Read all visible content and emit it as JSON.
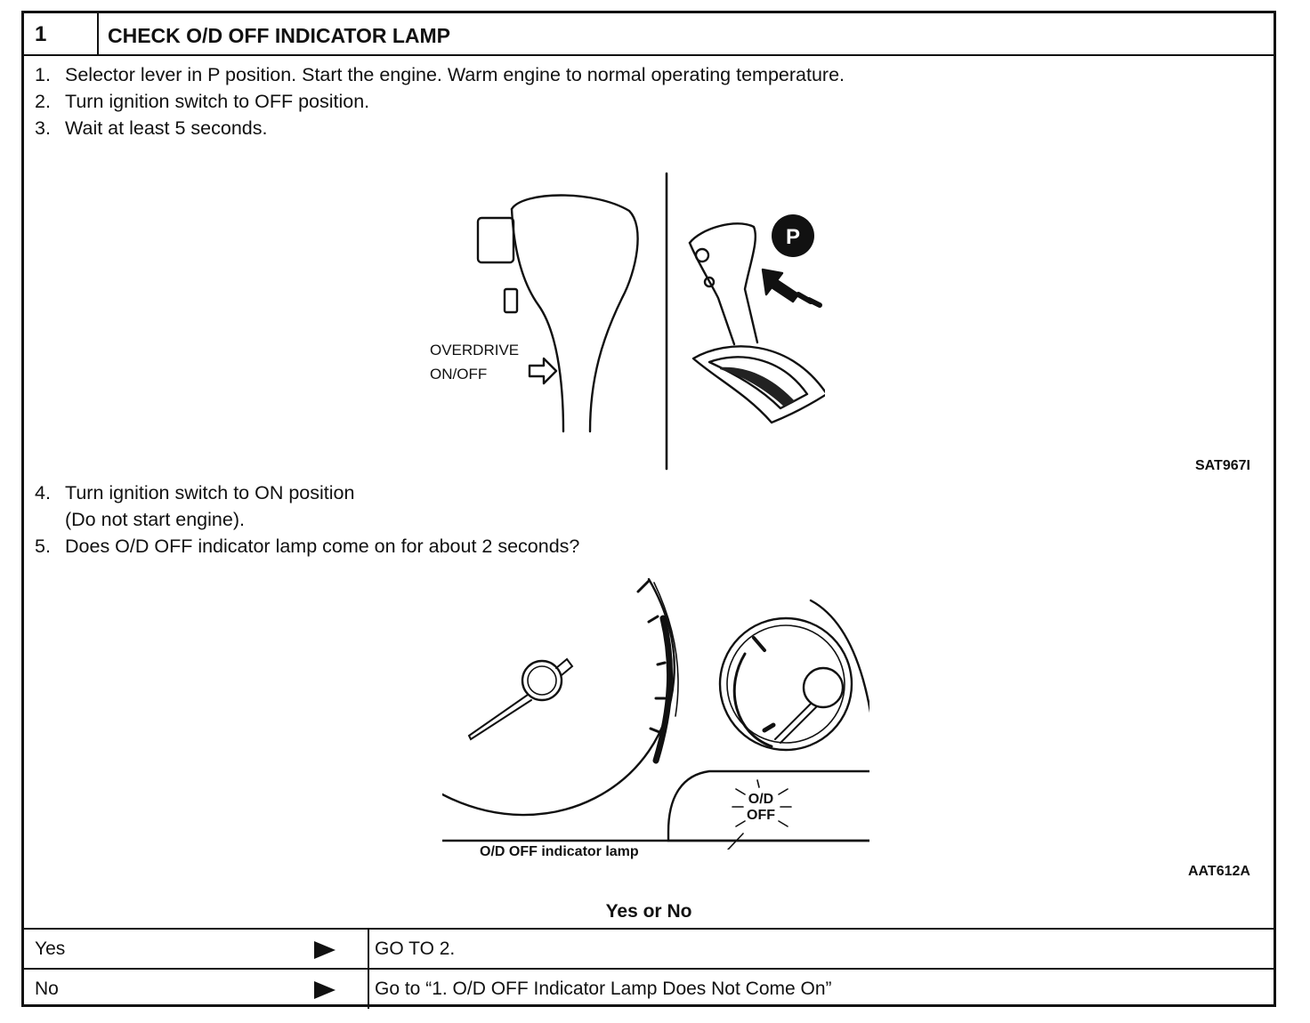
{
  "step": {
    "number": "1",
    "title": "CHECK O/D OFF INDICATOR LAMP"
  },
  "steps_a": [
    {
      "num": "1.",
      "text": "Selector lever in P position. Start the engine. Warm engine to normal operating temperature."
    },
    {
      "num": "2.",
      "text": "Turn ignition switch to OFF position."
    },
    {
      "num": "3.",
      "text": "Wait at least 5 seconds."
    }
  ],
  "figure1": {
    "label_line1": "OVERDRIVE",
    "label_line2": "ON/OFF",
    "badge": "P",
    "code": "SAT967I"
  },
  "steps_b": {
    "step4_num": "4.",
    "step4_line1": "Turn ignition switch to ON position",
    "step4_line2": "(Do not start engine).",
    "step5_num": "5.",
    "step5_text": "Does O/D OFF indicator lamp come on for about 2 seconds?"
  },
  "figure2": {
    "lamp_line1": "O/D",
    "lamp_line2": "OFF",
    "caption": "O/D OFF indicator lamp",
    "code": "AAT612A"
  },
  "question": "Yes or No",
  "answers": [
    {
      "label": "Yes",
      "action": "GO TO 2."
    },
    {
      "label": "No",
      "action": "Go to “1. O/D OFF Indicator Lamp Does Not Come On”"
    }
  ]
}
